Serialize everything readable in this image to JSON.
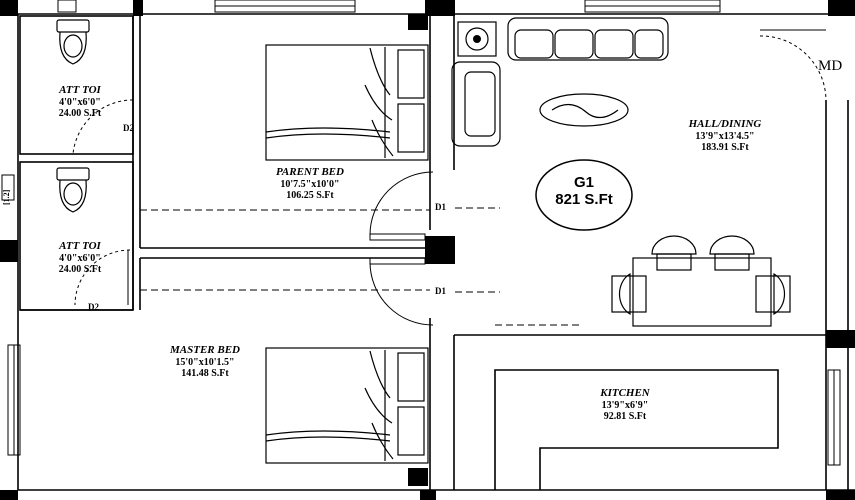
{
  "rooms": {
    "att_toi_1": {
      "name": "ATT TOI",
      "dims": "4'0\"x6'0\"",
      "area": "24.00 S.Ft"
    },
    "att_toi_2": {
      "name": "ATT TOI",
      "dims": "4'0\"x6'0\"",
      "area": "24.00 S.Ft"
    },
    "parent_bed": {
      "name": "PARENT BED",
      "dims": "10'7.5\"x10'0\"",
      "area": "106.25 S.Ft"
    },
    "master_bed": {
      "name": "MASTER BED",
      "dims": "15'0\"x10'1.5\"",
      "area": "141.48 S.Ft"
    },
    "hall_dining": {
      "name": "HALL/DINING",
      "dims": "13'9\"x13'4.5\"",
      "area": "183.91 S.Ft"
    },
    "kitchen": {
      "name": "KITCHEN",
      "dims": "13'9\"x6'9\"",
      "area": "92.81 S.Ft"
    }
  },
  "badge": {
    "code": "G1",
    "area": "821 S.Ft"
  },
  "doors": {
    "d1_upper": "D1",
    "d1_lower": "D1",
    "d2_upper": "D2",
    "d2_lower": "D2",
    "main_door": "MD"
  },
  "side_mark": "[1.2]"
}
